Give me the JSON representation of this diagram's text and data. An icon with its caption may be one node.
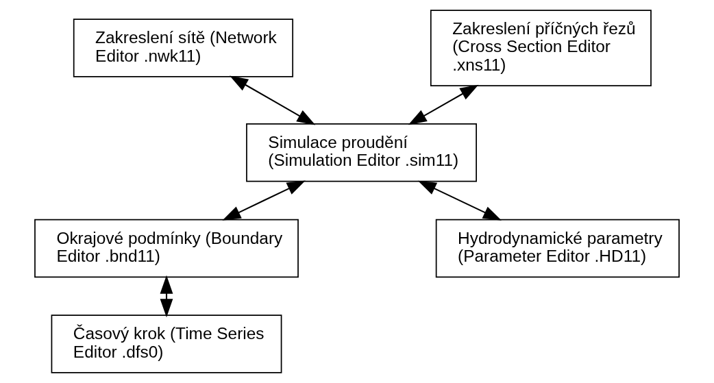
{
  "diagram": {
    "nodes": [
      {
        "text": [
          "Zakreslení sítě (Network Editor .nwk11)"
        ]
      },
      {
        "text": [
          "Zakreslení příčných řezů (Cross Section Editor .xns11)"
        ]
      },
      {
        "text": [
          "Simulace proudění (Simulation Editor .sim11)"
        ]
      },
      {
        "text": [
          "Okrajové podmínky (Boundary Editor .bnd11)"
        ]
      },
      {
        "text": [
          "Hydrodynamické parametry (Parameter Editor .HD11)"
        ]
      },
      {
        "text": [
          "Časový krok (Time Series Editor .dfs0)"
        ]
      }
    ],
    "edges": [
      {
        "from": 0,
        "to": 2,
        "arrow": "both"
      },
      {
        "from": 1,
        "to": 2,
        "arrow": "both"
      },
      {
        "from": 2,
        "to": 3,
        "arrow": "both"
      },
      {
        "from": 2,
        "to": 4,
        "arrow": "both"
      },
      {
        "from": 3,
        "to": 5,
        "arrow": "both"
      }
    ]
  }
}
